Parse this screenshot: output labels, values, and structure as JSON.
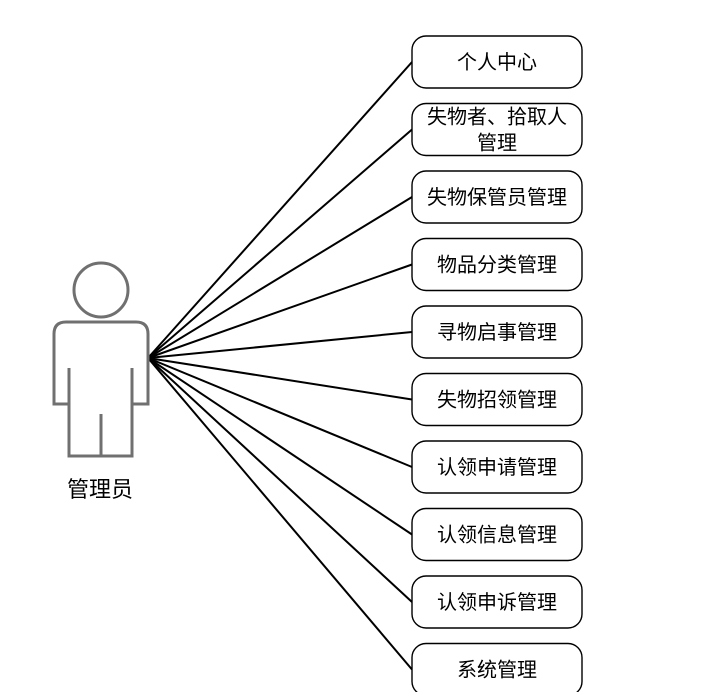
{
  "actor": {
    "label": "管理员"
  },
  "use_cases": [
    {
      "lines": [
        "个人中心"
      ]
    },
    {
      "lines": [
        "失物者、拾取人",
        "管理"
      ]
    },
    {
      "lines": [
        "失物保管员管理"
      ]
    },
    {
      "lines": [
        "物品分类管理"
      ]
    },
    {
      "lines": [
        "寻物启事管理"
      ]
    },
    {
      "lines": [
        "失物招领管理"
      ]
    },
    {
      "lines": [
        "认领申请管理"
      ]
    },
    {
      "lines": [
        "认领信息管理"
      ]
    },
    {
      "lines": [
        "认领申诉管理"
      ]
    },
    {
      "lines": [
        "系统管理"
      ]
    }
  ],
  "colors": {
    "line": "#000000",
    "actor_stroke": "#707070",
    "box_fill": "#ffffff"
  }
}
